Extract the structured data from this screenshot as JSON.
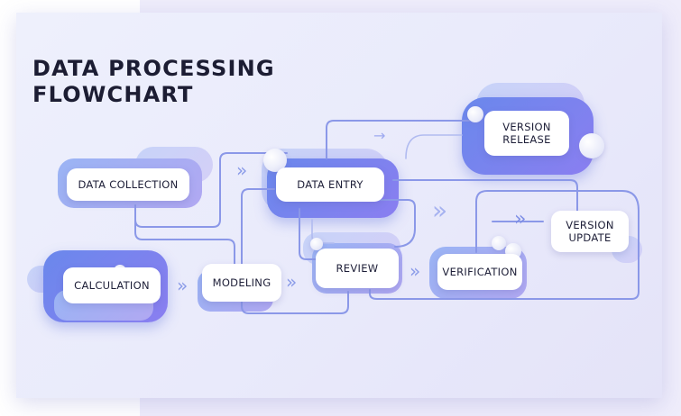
{
  "title": {
    "line1": "DATA PROCESSING",
    "line2": "FLOWCHART"
  },
  "nodes": {
    "data_collection": "DATA COLLECTION",
    "data_entry": "DATA ENTRY",
    "version_release": {
      "line1": "VERSION",
      "line2": "RELEASE"
    },
    "calculation": "CALCULATION",
    "modeling": "MODELING",
    "review": "REVIEW",
    "verification": "VERIFICATION",
    "version_update": {
      "line1": "VERSION",
      "line2": "UPDATE"
    }
  },
  "arrow_glyphs": {
    "single": "→",
    "double": "»"
  },
  "colors": {
    "connector": "#8b98e8",
    "accent_blue": "#6a88ec",
    "accent_violet": "#8a7ef0",
    "title": "#1c1d33",
    "background": "#efedfb"
  }
}
